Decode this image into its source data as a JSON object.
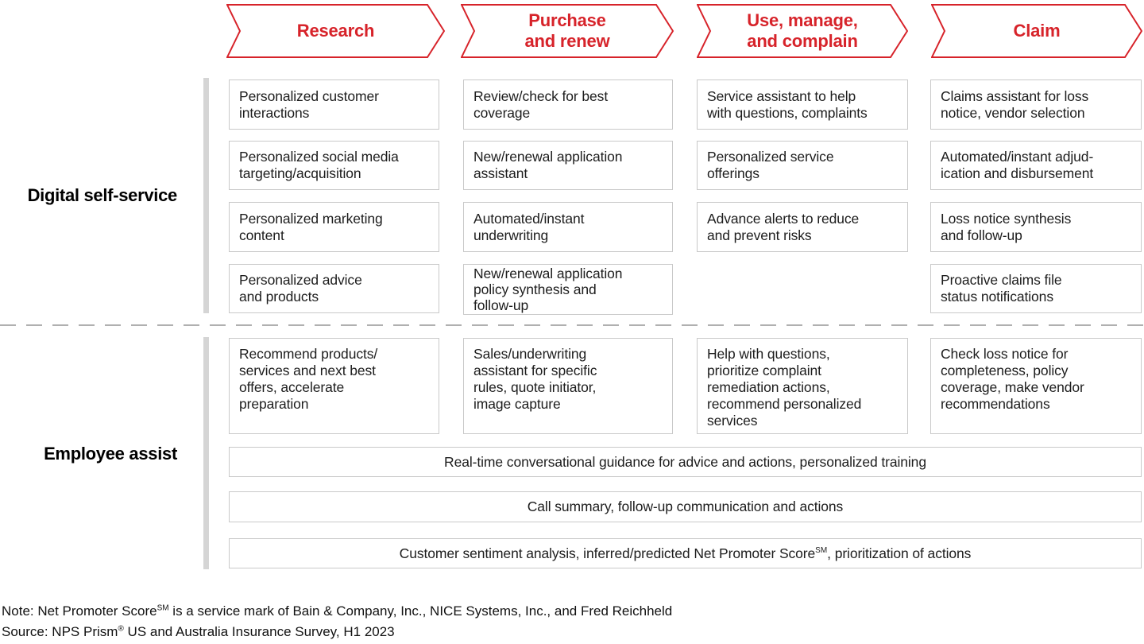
{
  "colors": {
    "accent_red": "#d7232a",
    "box_border": "#c9c9c9",
    "section_bar": "#d5d5d5",
    "divider": "#b0b0b0",
    "text": "#1d1d1d"
  },
  "stages": [
    {
      "label": "Research"
    },
    {
      "label": "Purchase\nand renew"
    },
    {
      "label": "Use, manage,\nand complain"
    },
    {
      "label": "Claim"
    }
  ],
  "sections": {
    "digital": {
      "label": "Digital self-service",
      "col1": [
        "Personalized customer\ninteractions",
        "Personalized social media\ntargeting/acquisition",
        "Personalized marketing\ncontent",
        "Personalized advice\nand products"
      ],
      "col2": [
        "Review/check for best\ncoverage",
        "New/renewal application\nassistant",
        "Automated/instant\nunderwriting",
        "New/renewal application\npolicy synthesis and\nfollow-up"
      ],
      "col3": [
        "Service assistant to help\nwith questions, complaints",
        "Personalized service\nofferings",
        "Advance alerts to reduce\nand prevent risks"
      ],
      "col4": [
        "Claims assistant for loss\nnotice, vendor selection",
        "Automated/instant adjud-\nication and disbursement",
        "Loss notice synthesis\nand follow-up",
        "Proactive claims file\nstatus notifications"
      ]
    },
    "employee": {
      "label": "Employee assist",
      "col1": "Recommend products/\nservices and next best\noffers, accelerate\npreparation",
      "col2": "Sales/underwriting\nassistant for specific\nrules, quote initiator,\nimage capture",
      "col3": "Help with questions,\nprioritize complaint\nremediation actions,\nrecommend personalized\nservices",
      "col4": "Check loss notice for\ncompleteness, policy\ncoverage, make vendor\nrecommendations",
      "wide1": "Real-time conversational guidance for advice and actions, personalized training",
      "wide2": "Call summary, follow-up communication and actions",
      "wide3_pre": "Customer sentiment analysis, inferred/predicted Net Promoter Score",
      "wide3_sup": "SM",
      "wide3_post": ", prioritization of actions"
    }
  },
  "footer": {
    "note_pre": "Note: Net Promoter Score",
    "note_sup": "SM",
    "note_post": " is a service mark of Bain & Company, Inc., NICE Systems, Inc., and Fred Reichheld",
    "source_pre": "Source: NPS Prism",
    "source_sup": "®",
    "source_post": " US and Australia Insurance Survey, H1 2023"
  }
}
